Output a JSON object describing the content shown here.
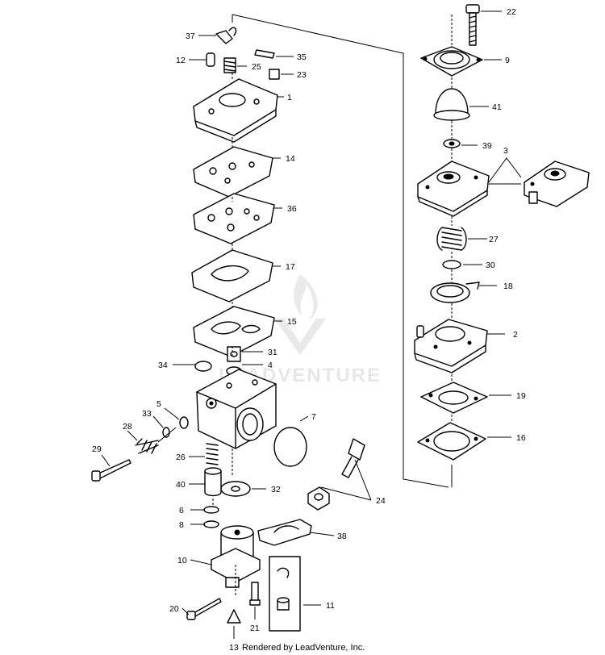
{
  "diagram": {
    "callouts": [
      "22",
      "9",
      "41",
      "39",
      "3",
      "27",
      "30",
      "18",
      "2",
      "19",
      "16",
      "37",
      "35",
      "12",
      "25",
      "23",
      "1",
      "14",
      "36",
      "17",
      "15",
      "31",
      "4",
      "34",
      "5",
      "33",
      "28",
      "29",
      "26",
      "7",
      "40",
      "32",
      "6",
      "8",
      "24",
      "38",
      "10",
      "20",
      "21",
      "11",
      "13"
    ]
  },
  "watermark": {
    "brand": "LEADVENTURE"
  },
  "footer": {
    "credit": "Rendered by LeadVenture, Inc."
  }
}
